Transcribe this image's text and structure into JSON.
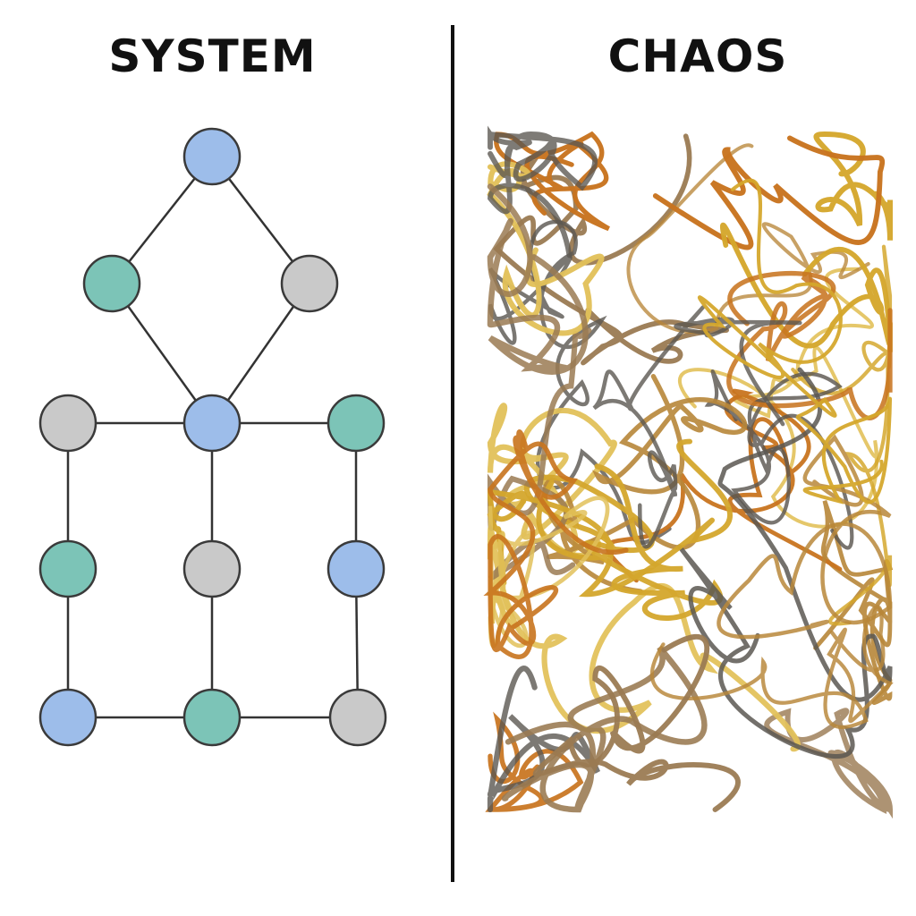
{
  "left_panel": {
    "title": "SYSTEM",
    "node_colors": {
      "blue": "#9dbdea",
      "teal": "#7cc4b7",
      "gray": "#c9c9c9"
    },
    "edge_color": "#333333",
    "nodes": [
      {
        "id": "n1",
        "color": "blue"
      },
      {
        "id": "n2",
        "color": "teal"
      },
      {
        "id": "n3",
        "color": "gray"
      },
      {
        "id": "n4",
        "color": "gray"
      },
      {
        "id": "n5",
        "color": "blue"
      },
      {
        "id": "n6",
        "color": "teal"
      },
      {
        "id": "n7",
        "color": "teal"
      },
      {
        "id": "n8",
        "color": "gray"
      },
      {
        "id": "n9",
        "color": "blue"
      },
      {
        "id": "n10",
        "color": "blue"
      },
      {
        "id": "n11",
        "color": "teal"
      },
      {
        "id": "n12",
        "color": "gray"
      }
    ],
    "edges": [
      [
        "n1",
        "n2"
      ],
      [
        "n1",
        "n3"
      ],
      [
        "n2",
        "n5"
      ],
      [
        "n3",
        "n5"
      ],
      [
        "n4",
        "n5"
      ],
      [
        "n5",
        "n6"
      ],
      [
        "n4",
        "n7"
      ],
      [
        "n5",
        "n8"
      ],
      [
        "n6",
        "n9"
      ],
      [
        "n7",
        "n10"
      ],
      [
        "n8",
        "n11"
      ],
      [
        "n9",
        "n12"
      ],
      [
        "n10",
        "n11"
      ],
      [
        "n11",
        "n12"
      ]
    ]
  },
  "right_panel": {
    "title": "CHAOS",
    "strand_colors": [
      "#c8741f",
      "#d4a72c",
      "#5b5751",
      "#9a7a52",
      "#e2c15a",
      "#b8873a"
    ]
  },
  "divider_color": "#111111"
}
